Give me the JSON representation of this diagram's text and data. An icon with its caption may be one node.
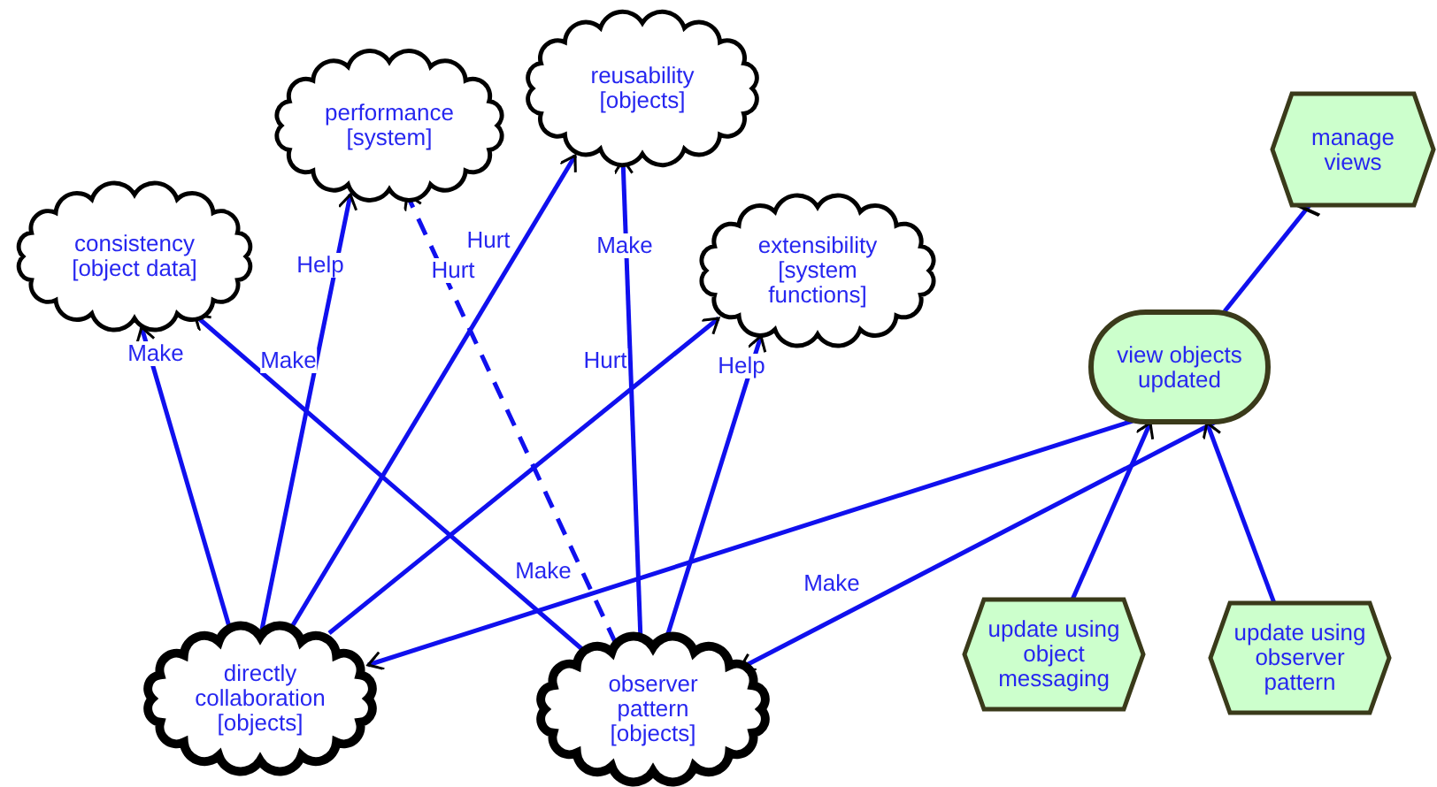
{
  "diagram": {
    "nodes": [
      {
        "text": [
          "performance [system]"
        ]
      },
      {
        "text": [
          "reusability [objects]"
        ]
      },
      {
        "text": [
          "consistency [object data]"
        ]
      },
      {
        "text": [
          "extensibility [system functions]"
        ]
      },
      {
        "text": [
          "manage views"
        ]
      },
      {
        "text": [
          "view objects updated"
        ]
      },
      {
        "text": [
          "directly collaboration [objects]"
        ]
      },
      {
        "text": [
          "observer pattern [objects]"
        ]
      },
      {
        "text": [
          "update using object messaging"
        ]
      },
      {
        "text": [
          "update using observer pattern"
        ]
      }
    ],
    "edges": [
      {
        "from": 6,
        "to": 2,
        "arrow": "to",
        "label": "Make"
      },
      {
        "from": 7,
        "to": 2,
        "arrow": "to",
        "label": "Make"
      },
      {
        "from": 6,
        "to": 0,
        "arrow": "to",
        "label": "Help"
      },
      {
        "from": 7,
        "to": 0,
        "arrow": "to",
        "label": "Hurt",
        "style": "dashed"
      },
      {
        "from": 6,
        "to": 1,
        "arrow": "to",
        "label": "Hurt"
      },
      {
        "from": 7,
        "to": 1,
        "arrow": "to",
        "label": "Make"
      },
      {
        "from": 6,
        "to": 3,
        "arrow": "to",
        "label": "Hurt"
      },
      {
        "from": 7,
        "to": 3,
        "arrow": "to",
        "label": "Help"
      },
      {
        "from": 5,
        "to": 6,
        "arrow": "to",
        "label": "Make"
      },
      {
        "from": 5,
        "to": 7,
        "arrow": "to",
        "label": "Make"
      },
      {
        "from": 8,
        "to": 5,
        "arrow": "to"
      },
      {
        "from": 9,
        "to": 5,
        "arrow": "to"
      },
      {
        "from": 5,
        "to": 4,
        "arrow": "other"
      }
    ]
  }
}
